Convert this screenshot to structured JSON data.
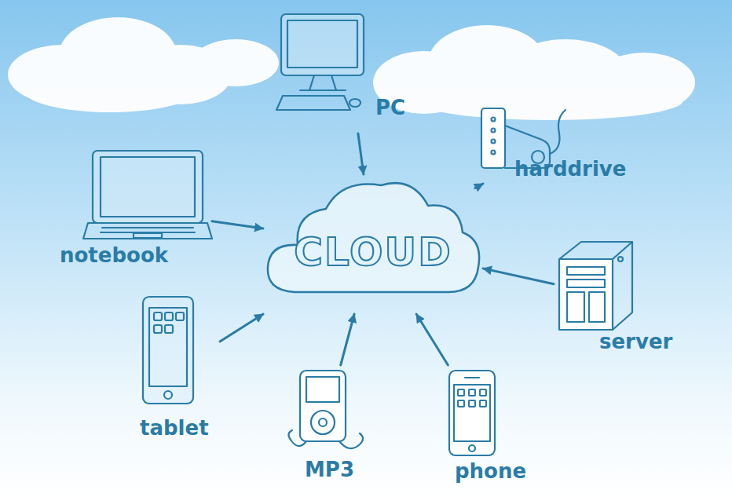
{
  "diagram": {
    "nodes": [
      {
        "text": [
          "PC"
        ]
      },
      {
        "text": [
          "notebook"
        ]
      },
      {
        "text": [
          "harddrive"
        ]
      },
      {
        "text": [
          "CLOUD"
        ]
      },
      {
        "text": [
          "server"
        ]
      },
      {
        "text": [
          "tablet"
        ]
      },
      {
        "text": [
          "MP3"
        ]
      },
      {
        "text": [
          "phone"
        ]
      }
    ],
    "edges": [
      {
        "from": 0,
        "to": 3,
        "arrow": "to"
      },
      {
        "from": 1,
        "to": 3,
        "arrow": "to"
      },
      {
        "from": 2,
        "to": 3,
        "arrow": "to"
      },
      {
        "from": 4,
        "to": 3,
        "arrow": "to"
      },
      {
        "from": 5,
        "to": 3,
        "arrow": "to"
      },
      {
        "from": 6,
        "to": 3,
        "arrow": "to"
      },
      {
        "from": 7,
        "to": 3,
        "arrow": "to"
      }
    ]
  }
}
